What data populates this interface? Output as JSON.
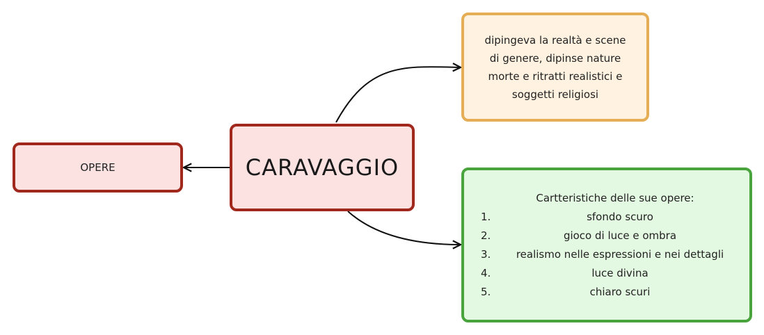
{
  "central": {
    "label": "CARAVAGGIO"
  },
  "left_node": {
    "label": "OPERE"
  },
  "top_right_node": {
    "lines": [
      "dipingeva la realtà e scene",
      "di genere, dipinse nature",
      "morte e ritratti realistici e",
      "soggetti religiosi"
    ]
  },
  "bottom_right_node": {
    "heading": "Cartteristiche delle sue opere:",
    "items": [
      {
        "number": "1.",
        "text": "sfondo scuro"
      },
      {
        "number": "2.",
        "text": "gioco di luce e ombra"
      },
      {
        "number": "3.",
        "text": "realismo nelle espressioni e nei dettagli"
      },
      {
        "number": "4.",
        "text": "luce divina"
      },
      {
        "number": "5.",
        "text": "chiaro scuri"
      }
    ]
  },
  "colors": {
    "central_border": "#a1281d",
    "central_fill": "#fde2e2",
    "orange_border": "#e5ad55",
    "orange_fill": "#fff2e0",
    "green_border": "#4aa43e",
    "green_fill": "#e3f9e1",
    "connector": "#111111"
  }
}
